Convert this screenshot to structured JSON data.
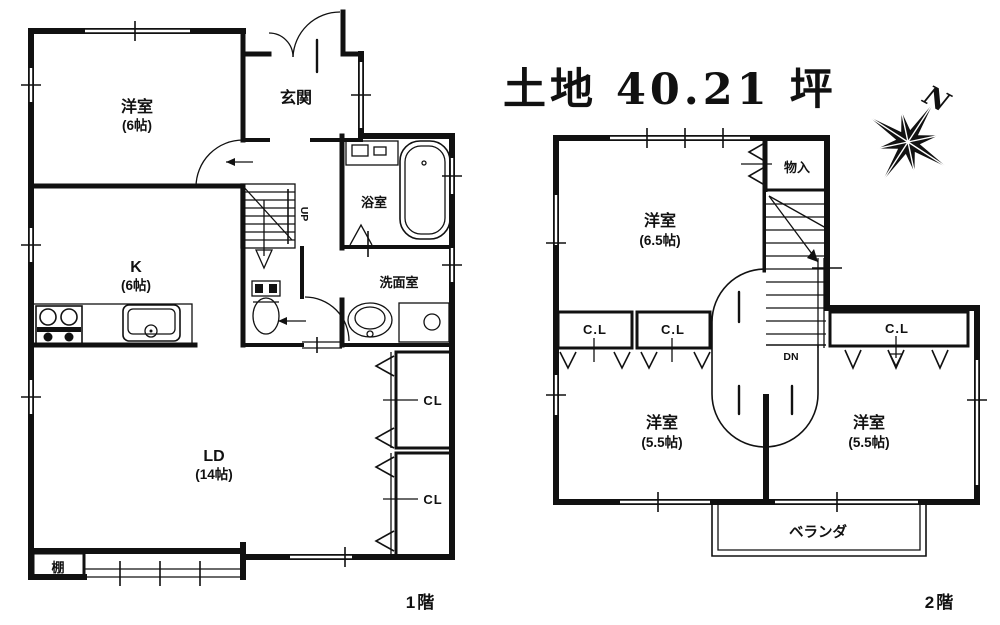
{
  "title": "土地 40.21 坪",
  "compass": {
    "north": "N"
  },
  "colors": {
    "ink": "#111111",
    "paper": "#ffffff"
  },
  "floor1": {
    "caption": "1階",
    "rooms": {
      "western6": {
        "name": "洋室",
        "size": "(6帖)"
      },
      "entrance": "玄関",
      "bath": "浴室",
      "kitchen": {
        "name": "K",
        "size": "(6帖)"
      },
      "washroom": "洗面室",
      "living": {
        "name": "LD",
        "size": "(14帖)"
      },
      "closet_upper": "CL",
      "closet_lower": "CL",
      "shelf": "棚",
      "stairs_up": "UP"
    }
  },
  "floor2": {
    "caption": "2階",
    "rooms": {
      "western65": {
        "name": "洋室",
        "size": "(6.5帖)"
      },
      "storage": "物入",
      "closet_a": "C.L",
      "closet_b": "C.L",
      "closet_c": "C.L",
      "stairs_down": "DN",
      "western55_left": {
        "name": "洋室",
        "size": "(5.5帖)"
      },
      "western55_right": {
        "name": "洋室",
        "size": "(5.5帖)"
      },
      "veranda": "ベランダ"
    }
  }
}
